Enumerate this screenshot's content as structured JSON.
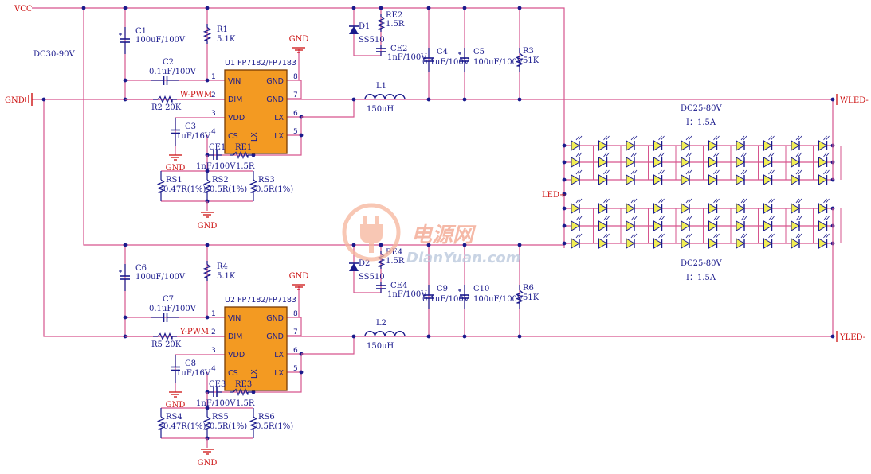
{
  "colors": {
    "wire": "#d6558e",
    "symbol": "#1a1a8c",
    "net_label": "#cc1111",
    "ic_fill": "#f39a22",
    "led_fill": "#f2ee54"
  },
  "rails": {
    "vcc": "VCC",
    "gnd": "GND",
    "input_range": "DC30-90V",
    "led_plus": "LED+",
    "wled": "WLED-",
    "yled": "YLED-"
  },
  "led_arrays": [
    {
      "voltage": "DC25-80V",
      "current": "I：1.5A"
    },
    {
      "voltage": "DC25-80V",
      "current": "I：1.5A"
    }
  ],
  "channels": [
    {
      "ic_ref": "U1",
      "ic_part": "FP7182/FP7183",
      "pwm_net": "W-PWM",
      "pins_left": [
        {
          "num": "1",
          "name": "VIN"
        },
        {
          "num": "2",
          "name": "DIM"
        },
        {
          "num": "3",
          "name": "VDD"
        },
        {
          "num": "4",
          "name": "CS"
        }
      ],
      "pins_right": [
        {
          "num": "8",
          "name": "GND"
        },
        {
          "num": "7",
          "name": "GND"
        },
        {
          "num": "6",
          "name": "LX"
        },
        {
          "num": "5",
          "name": "LX"
        }
      ],
      "lx_vertical": "LX",
      "in_cap": {
        "ref": "C1",
        "val": "100uF/100V"
      },
      "res_top": {
        "ref": "R1",
        "val": "5.1K"
      },
      "gnd_top": "GND",
      "vin_cap": {
        "ref": "C2",
        "val": "0.1uF/100V"
      },
      "dim_res": {
        "ref": "R2",
        "val": "20K"
      },
      "vdd_cap": {
        "ref": "C3",
        "val": "1uF/16V"
      },
      "gnd_left": "GND",
      "snub_cap": {
        "ref": "CE1",
        "val": "1nF/100V"
      },
      "snub_res": {
        "ref": "RE1",
        "val": "1.5R"
      },
      "sense": [
        {
          "ref": "RS1",
          "val": "0.47R(1%)"
        },
        {
          "ref": "RS2",
          "val": "0.5R(1%)"
        },
        {
          "ref": "RS3",
          "val": "0.5R(1%)"
        }
      ],
      "gnd_bottom": "GND",
      "diode": {
        "ref": "D1",
        "val": "SS510"
      },
      "diode_res": {
        "ref": "RE2",
        "val": "1.5R"
      },
      "diode_cap": {
        "ref": "CE2",
        "val": "1nF/100V"
      },
      "inductor": {
        "ref": "L1",
        "val": "150uH"
      },
      "out_cap1": {
        "ref": "C4",
        "val": "0.1uF/100V"
      },
      "out_cap2": {
        "ref": "C5",
        "val": "100uF/100V"
      },
      "out_res": {
        "ref": "R3",
        "val": "51K"
      }
    },
    {
      "ic_ref": "U2",
      "ic_part": "FP7182/FP7183",
      "pwm_net": "Y-PWM",
      "pins_left": [
        {
          "num": "1",
          "name": "VIN"
        },
        {
          "num": "2",
          "name": "DIM"
        },
        {
          "num": "3",
          "name": "VDD"
        },
        {
          "num": "4",
          "name": "CS"
        }
      ],
      "pins_right": [
        {
          "num": "8",
          "name": "GND"
        },
        {
          "num": "7",
          "name": "GND"
        },
        {
          "num": "6",
          "name": "LX"
        },
        {
          "num": "5",
          "name": "LX"
        }
      ],
      "lx_vertical": "LX",
      "in_cap": {
        "ref": "C6",
        "val": "100uF/100V"
      },
      "res_top": {
        "ref": "R4",
        "val": "5.1K"
      },
      "gnd_top": "GND",
      "vin_cap": {
        "ref": "C7",
        "val": "0.1uF/100V"
      },
      "dim_res": {
        "ref": "R5",
        "val": "20K"
      },
      "vdd_cap": {
        "ref": "C8",
        "val": "1uF/16V"
      },
      "gnd_left": "GND",
      "snub_cap": {
        "ref": "CE3",
        "val": "1nF/100V"
      },
      "snub_res": {
        "ref": "RE3",
        "val": "1.5R"
      },
      "sense": [
        {
          "ref": "RS4",
          "val": "0.47R(1%)"
        },
        {
          "ref": "RS5",
          "val": "0.5R(1%)"
        },
        {
          "ref": "RS6",
          "val": "0.5R(1%)"
        }
      ],
      "gnd_bottom": "GND",
      "diode": {
        "ref": "D2",
        "val": "SS510"
      },
      "diode_res": {
        "ref": "RE4",
        "val": "1.5R"
      },
      "diode_cap": {
        "ref": "CE4",
        "val": "1nF/100V"
      },
      "inductor": {
        "ref": "L2",
        "val": "150uH"
      },
      "out_cap1": {
        "ref": "C9",
        "val": "0.1uF/100V"
      },
      "out_cap2": {
        "ref": "C10",
        "val": "100uF/100V"
      },
      "out_res": {
        "ref": "R6",
        "val": "51K"
      }
    }
  ],
  "led_grid": {
    "columns": 10,
    "rows_per_array": 3,
    "arrays": 2
  },
  "watermark": {
    "logo_text": "电源网",
    "domain": "DianYuan.com",
    "icon": "power-plug-icon"
  }
}
